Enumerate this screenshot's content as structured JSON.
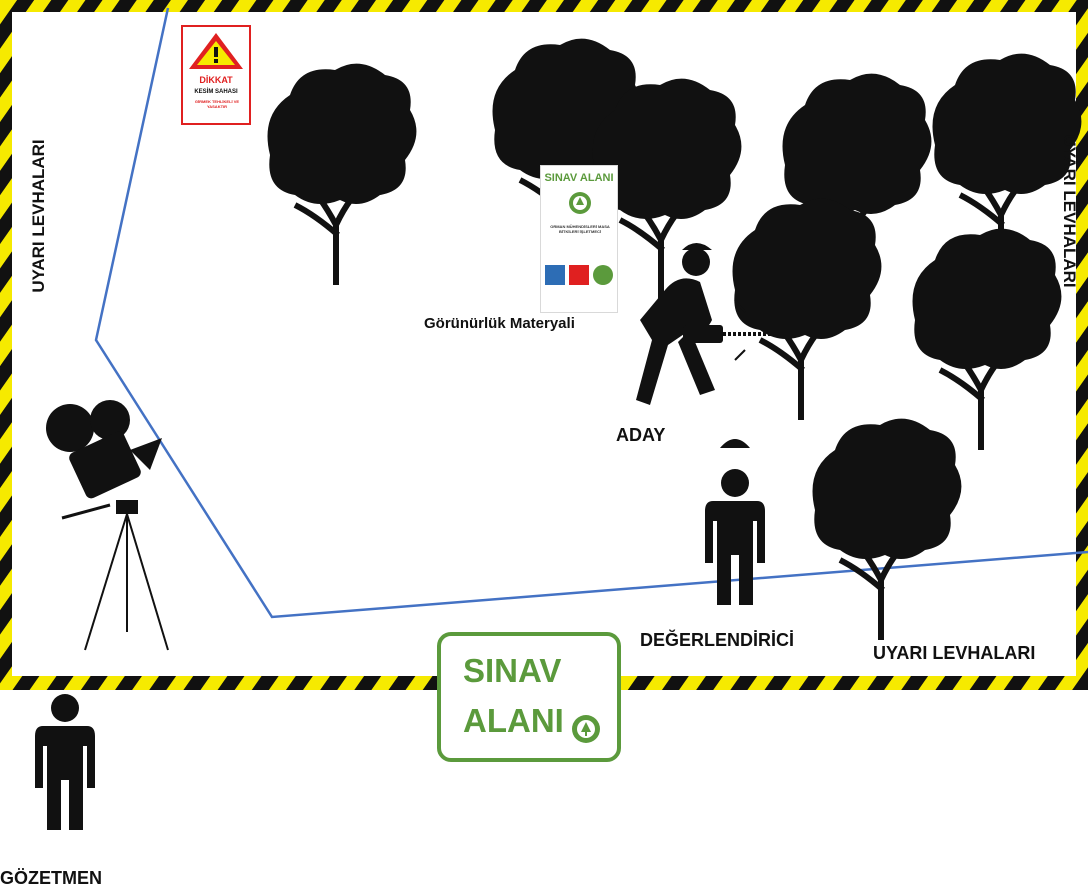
{
  "labels": {
    "warning_signs_left": "UYARI LEVHALARI",
    "warning_signs_right": "UYARI LEVHALARI",
    "warning_signs_bottom": "UYARI LEVHALARI",
    "visibility_material": "Görünürlük Materyali",
    "candidate": "ADAY",
    "evaluator": "DEĞERLENDİRİCİ",
    "supervisor": "GÖZETMEN"
  },
  "exam_area_sign": {
    "line1": "SINAV",
    "line2": "ALANI"
  },
  "banner": {
    "title": "SINAV ALANI",
    "small_text": "ORMAN MÜHENDİSLERİ MASA BİTKİLERİ İŞLETMECİ"
  },
  "danger_sign": {
    "title": "DİKKAT",
    "subtitle": "KESİM SAHASI",
    "note": "GİRMEK TEHLİKELİ VE YASAKTIR"
  },
  "colors": {
    "tape_yellow": "#f6ea00",
    "tape_black": "#111111",
    "boundary_blue": "#4472c4",
    "exam_green": "#5b9a3c",
    "danger_red": "#e02020"
  },
  "icons": [
    "tree-icon",
    "camera-icon",
    "person-icon",
    "worker-chainsaw-icon",
    "warning-triangle-icon",
    "forest-emblem-icon"
  ]
}
